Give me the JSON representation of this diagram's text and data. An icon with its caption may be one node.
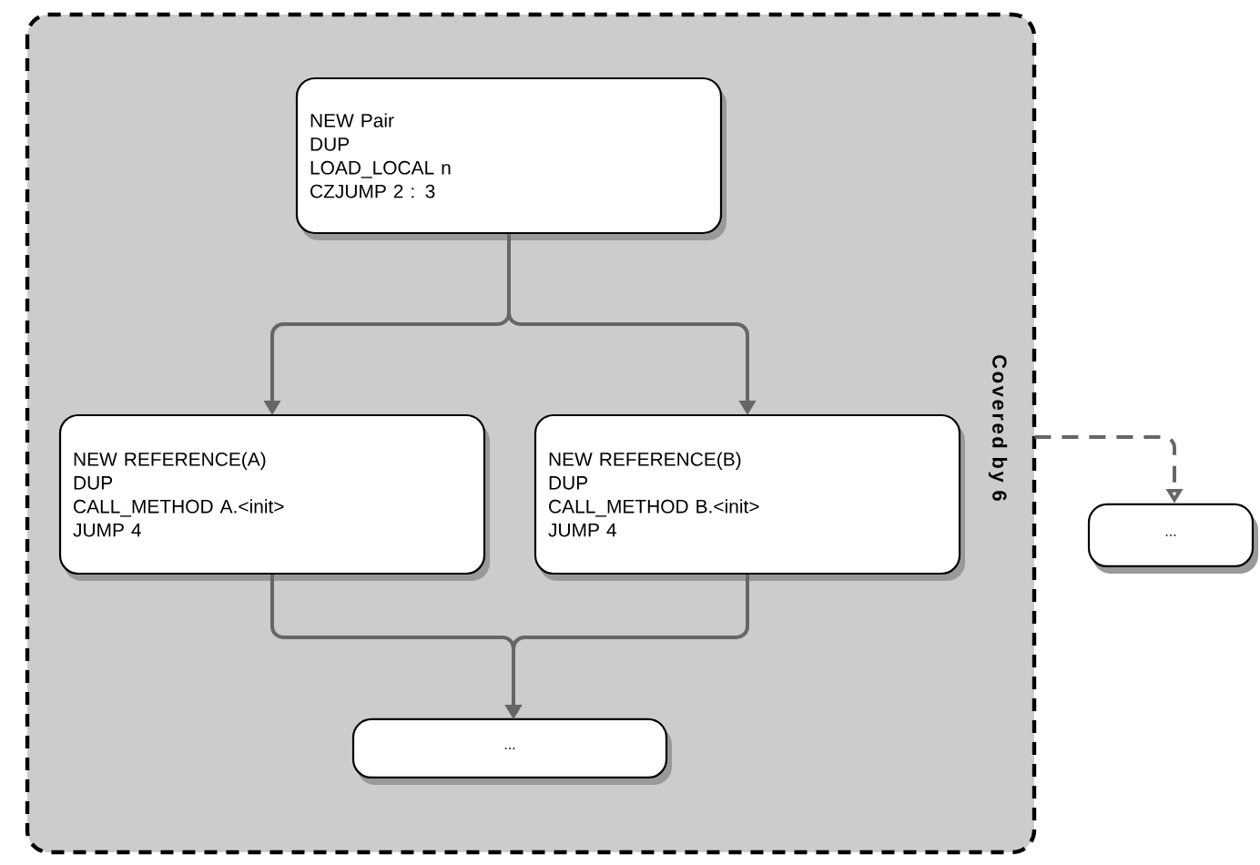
{
  "diagram": {
    "nodes": [
      {
        "text": [
          "Covered by 6"
        ]
      },
      {
        "text": [
          "NEW Pair",
          "DUP",
          "LOAD_LOCAL n",
          "CZJUMP 2 : 3"
        ],
        "in": 0
      },
      {
        "text": [
          "NEW REFERENCE(A)",
          "DUP",
          "CALL_METHOD A.<init>",
          "JUMP 4"
        ],
        "in": 0
      },
      {
        "text": [
          "NEW REFERENCE(B)",
          "DUP",
          "CALL_METHOD B.<init>",
          "JUMP 4"
        ],
        "in": 0
      },
      {
        "text": [
          "..."
        ],
        "in": 0
      },
      {
        "text": [
          "..."
        ]
      }
    ],
    "edges": [
      {
        "from": 1,
        "to": 2,
        "arrow": "to"
      },
      {
        "from": 1,
        "to": 3,
        "arrow": "to"
      },
      {
        "from": 2,
        "to": 4,
        "arrow": "to"
      },
      {
        "from": 3,
        "to": 4,
        "arrow": "to"
      },
      {
        "from": 0,
        "to": 5,
        "arrow": "to",
        "style": "dashed"
      }
    ]
  }
}
